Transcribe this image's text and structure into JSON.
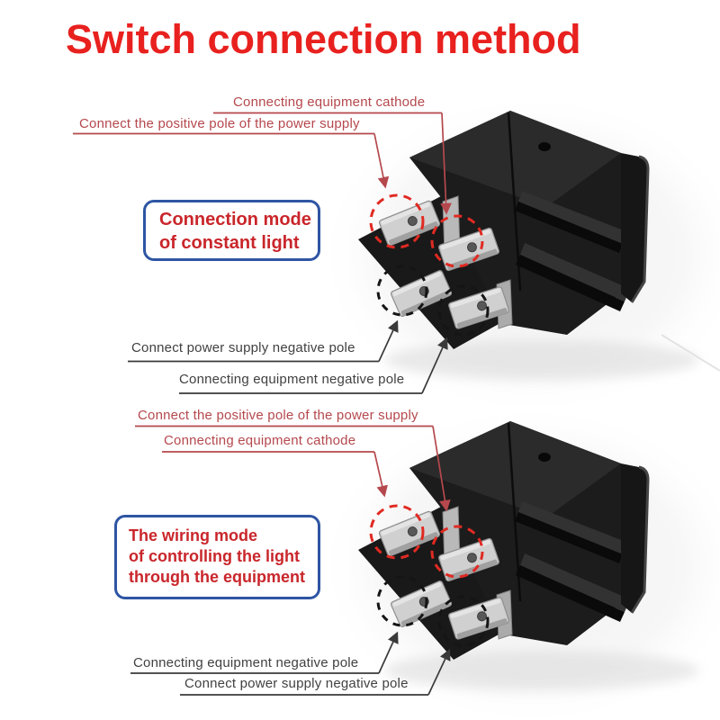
{
  "title": "Switch connection method",
  "colors": {
    "title_red": "#e8211f",
    "label_red": "#b5484d",
    "box_text_red": "#c9262b",
    "box_border_blue": "#2e55a3",
    "label_dark": "#414141",
    "dashed_circle_red": "#e02a22",
    "dashed_circle_black": "#151515",
    "switch_body_black": "#1c1c1c",
    "terminal_metal": "#d0d0d0"
  },
  "diagram1": {
    "label_equipment_cathode": "Connecting equipment cathode",
    "label_power_positive": "Connect the positive pole of the power supply",
    "mode_box": [
      "Connection mode",
      "of constant light"
    ],
    "label_power_negative": "Connect power supply negative pole",
    "label_equipment_negative": "Connecting equipment negative pole"
  },
  "diagram2": {
    "label_power_positive": "Connect the positive pole of the power supply",
    "label_equipment_cathode": "Connecting equipment cathode",
    "mode_box": [
      "The wiring mode",
      "of controlling the light",
      "through the equipment"
    ],
    "label_equipment_negative": "Connecting equipment negative pole",
    "label_power_negative": "Connect power supply negative pole"
  }
}
